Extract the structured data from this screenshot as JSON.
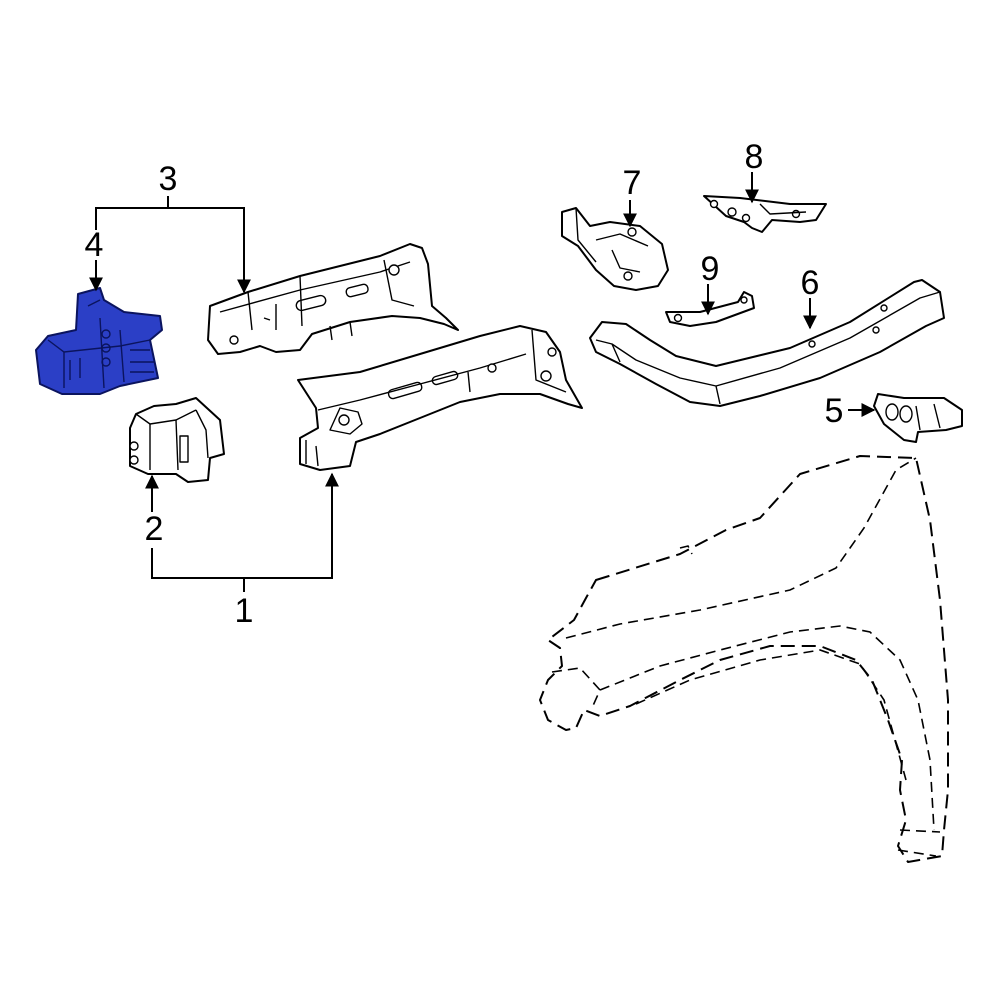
{
  "diagram": {
    "highlight_color": "#2b3fc6",
    "line_color": "#000000",
    "background": "#ffffff",
    "callouts": [
      {
        "id": "c1",
        "text": "1"
      },
      {
        "id": "c2",
        "text": "2"
      },
      {
        "id": "c3",
        "text": "3"
      },
      {
        "id": "c4",
        "text": "4"
      },
      {
        "id": "c5",
        "text": "5"
      },
      {
        "id": "c6",
        "text": "6"
      },
      {
        "id": "c7",
        "text": "7"
      },
      {
        "id": "c8",
        "text": "8"
      },
      {
        "id": "c9",
        "text": "9"
      }
    ],
    "highlighted_part": "4"
  }
}
